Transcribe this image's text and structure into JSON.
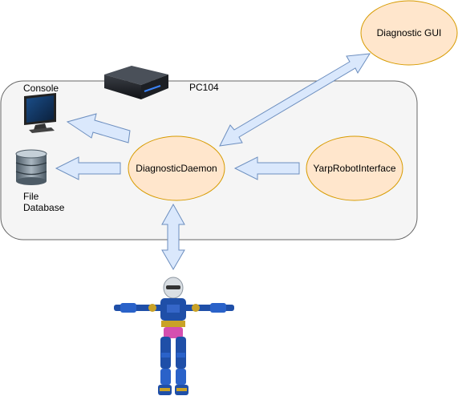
{
  "diagram": {
    "container": {
      "label": "PC104"
    },
    "nodes": {
      "diagnostic_gui": {
        "label": "Diagnostic GUI"
      },
      "diagnostic_daemon": {
        "label": "DiagnosticDaemon"
      },
      "yarp_robot_interface": {
        "label": "YarpRobotInterface"
      }
    },
    "icons": {
      "console": {
        "label": "Console",
        "icon": "monitor-icon"
      },
      "database": {
        "label_line1": "File",
        "label_line2": "Database",
        "icon": "database-icon"
      },
      "pc104": {
        "icon": "server-box-icon"
      },
      "robot": {
        "icon": "humanoid-robot-icon"
      }
    },
    "colors": {
      "node_fill": "#ffe6cc",
      "node_stroke": "#d79b00",
      "container_fill": "#f5f5f5",
      "container_stroke": "#666666",
      "arrow_fill": "#dae8fc",
      "arrow_stroke": "#6c8ebf"
    }
  }
}
